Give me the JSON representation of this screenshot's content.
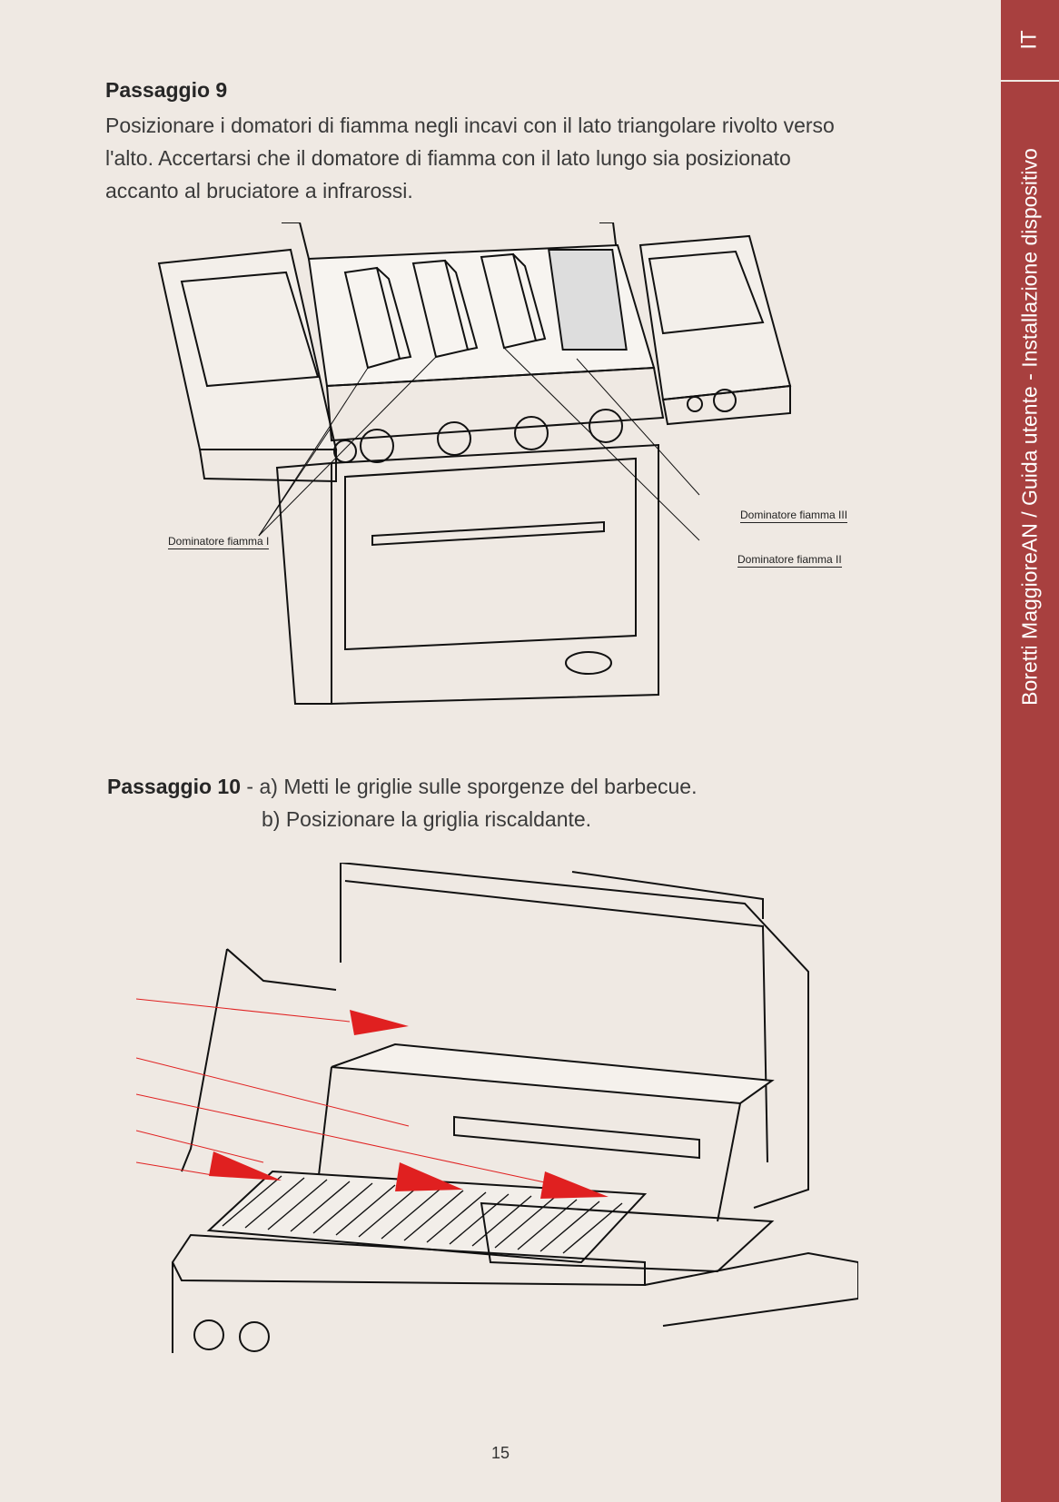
{
  "sidebar": {
    "lang": "IT",
    "title": "Boretti MaggioreAN / Guida utente - Installazione dispositivo"
  },
  "step9": {
    "title": "Passaggio 9",
    "text": "Posizionare i domatori di fiamma negli incavi con il lato triangolare rivolto verso l'alto. Accertarsi che il domatore di fiamma con il lato lungo sia posizionato accanto al bruciatore a infrarossi."
  },
  "figure1": {
    "callouts": {
      "left": "Dominatore fiamma I",
      "right_top": "Dominatore fiamma III",
      "right_bottom": "Dominatore fiamma II"
    }
  },
  "step10": {
    "title": "Passaggio 10",
    "separator": " - ",
    "item_a": "a) Metti le griglie sulle sporgenze del barbecue.",
    "item_b": "b) Posizionare la griglia riscaldante."
  },
  "page_number": "15",
  "colors": {
    "background": "#efe9e3",
    "sidebar": "#a8403f",
    "arrow": "#e02020"
  }
}
